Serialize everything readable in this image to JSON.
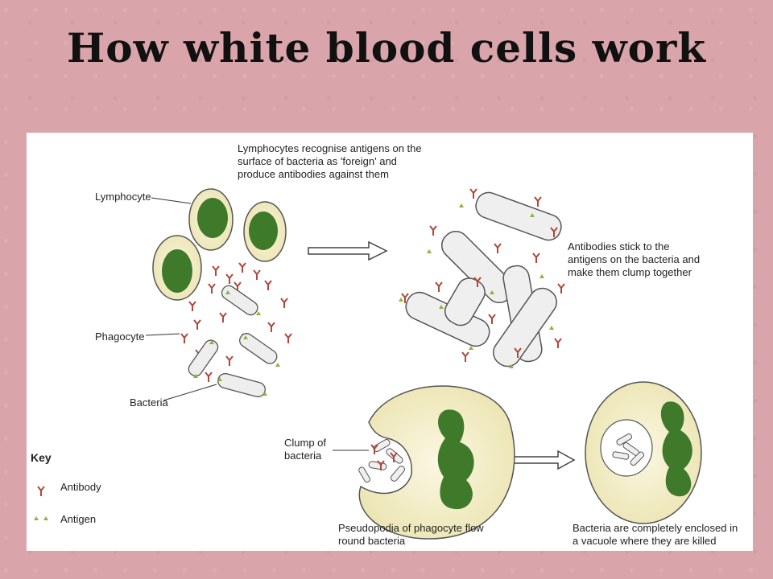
{
  "title": "How white blood cells work",
  "labels": {
    "intro": "Lymphocytes recognise antigens on the surface of bacteria as 'foreign' and produce antibodies against them",
    "lymphocyte": "Lymphocyte",
    "phagocyte": "Phagocyte",
    "bacteria": "Bacteria",
    "stick": "Antibodies stick to the antigens on the bacteria and make them clump together",
    "clump": "Clump of bacteria",
    "pseudopodia": "Pseudopodia of phagocyte flow round bacteria",
    "enclosed": "Bacteria are completely enclosed in a vacuole where they are killed"
  },
  "key": {
    "title": "Key",
    "antibody": "Antibody",
    "antigen": "Antigen"
  },
  "colors": {
    "nucleus": "#3f7a2a",
    "cytoplasm": "#f6f2d8",
    "antibody": "#b0473a",
    "antigen": "#8db33d",
    "bacteria": "#eeeeee"
  }
}
